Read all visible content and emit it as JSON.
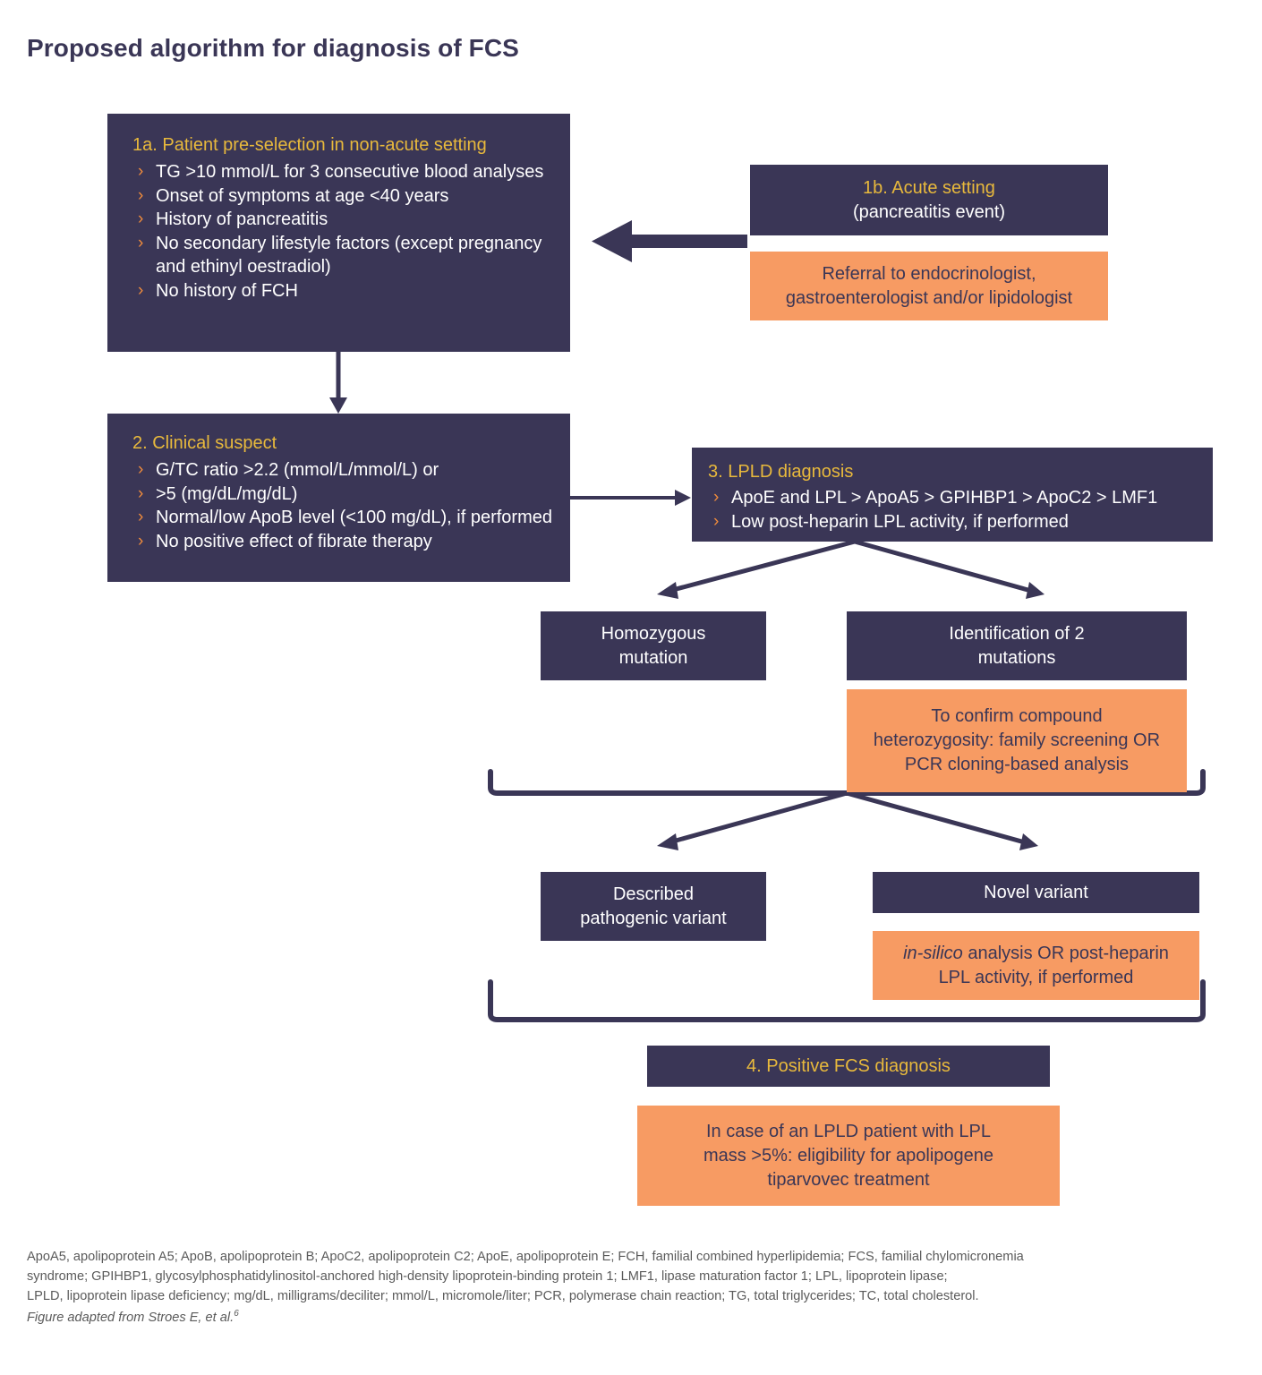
{
  "page": {
    "title": "Proposed algorithm for diagnosis of FCS",
    "colors": {
      "navy": "#3a3656",
      "orange": "#f79b63",
      "gold": "#e8b93c",
      "chevron": "#ef8b3c",
      "background": "#ffffff",
      "footnote_text": "#5a5a5a"
    }
  },
  "nodes": {
    "step1a": {
      "heading": "1a. Patient pre-selection in non-acute setting",
      "bullets": [
        "TG >10 mmol/L for 3 consecutive blood analyses",
        "Onset of symptoms at age <40 years",
        "History of pancreatitis",
        "No secondary lifestyle factors (except pregnancy and ethinyl oestradiol)",
        "No history of FCH"
      ]
    },
    "step1b": {
      "heading": "1b. Acute setting",
      "subtitle": "(pancreatitis event)"
    },
    "referral": {
      "line1": "Referral to endocrinologist,",
      "line2": "gastroenterologist and/or lipidologist"
    },
    "step2": {
      "heading": "2. Clinical suspect",
      "bullets": [
        "G/TC ratio >2.2 (mmol/L/mmol/L) or",
        ">5 (mg/dL/mg/dL)",
        "Normal/low ApoB level (<100 mg/dL), if performed",
        "No positive effect of fibrate therapy"
      ]
    },
    "step3": {
      "heading": "3. LPLD diagnosis",
      "bullets": [
        "ApoE and LPL > ApoA5 > GPIHBP1 > ApoC2 > LMF1",
        "Low post-heparin LPL activity, if performed"
      ]
    },
    "homozygous": {
      "line1": "Homozygous",
      "line2": "mutation"
    },
    "identification": {
      "line1": "Identification of 2",
      "line2": "mutations"
    },
    "confirm_compound": {
      "line1": "To confirm compound",
      "line2": "heterozygosity: family screening OR",
      "line3": "PCR cloning-based analysis"
    },
    "described_variant": {
      "line1": "Described",
      "line2": "pathogenic variant"
    },
    "novel_variant": {
      "line1": "Novel variant"
    },
    "insilico": {
      "italic_prefix": "in-silico",
      "line1_rest": " analysis OR post-heparin",
      "line2": "LPL activity, if performed"
    },
    "step4": {
      "heading": "4. Positive FCS diagnosis"
    },
    "eligibility": {
      "line1": "In case of an LPLD patient with LPL",
      "line2": "mass >5%: eligibility for apolipogene",
      "line3": "tiparvovec treatment"
    }
  },
  "footnote": {
    "line1": "ApoA5, apolipoprotein A5; ApoB, apolipoprotein B; ApoC2, apolipoprotein C2; ApoE, apolipoprotein E; FCH, familial combined hyperlipidemia; FCS, familial chylomicronemia",
    "line2": "syndrome; GPIHBP1, glycosylphosphatidylinositol-anchored high-density lipoprotein-binding protein 1; LMF1, lipase maturation factor 1; LPL, lipoprotein lipase;",
    "line3": "LPLD, lipoprotein lipase deficiency; mg/dL, milligrams/deciliter; mmol/L, micromole/liter; PCR, polymerase chain reaction; TG, total triglycerides; TC, total cholesterol.",
    "adapted": "Figure adapted from Stroes E, et al.",
    "adapted_ref": "6"
  }
}
